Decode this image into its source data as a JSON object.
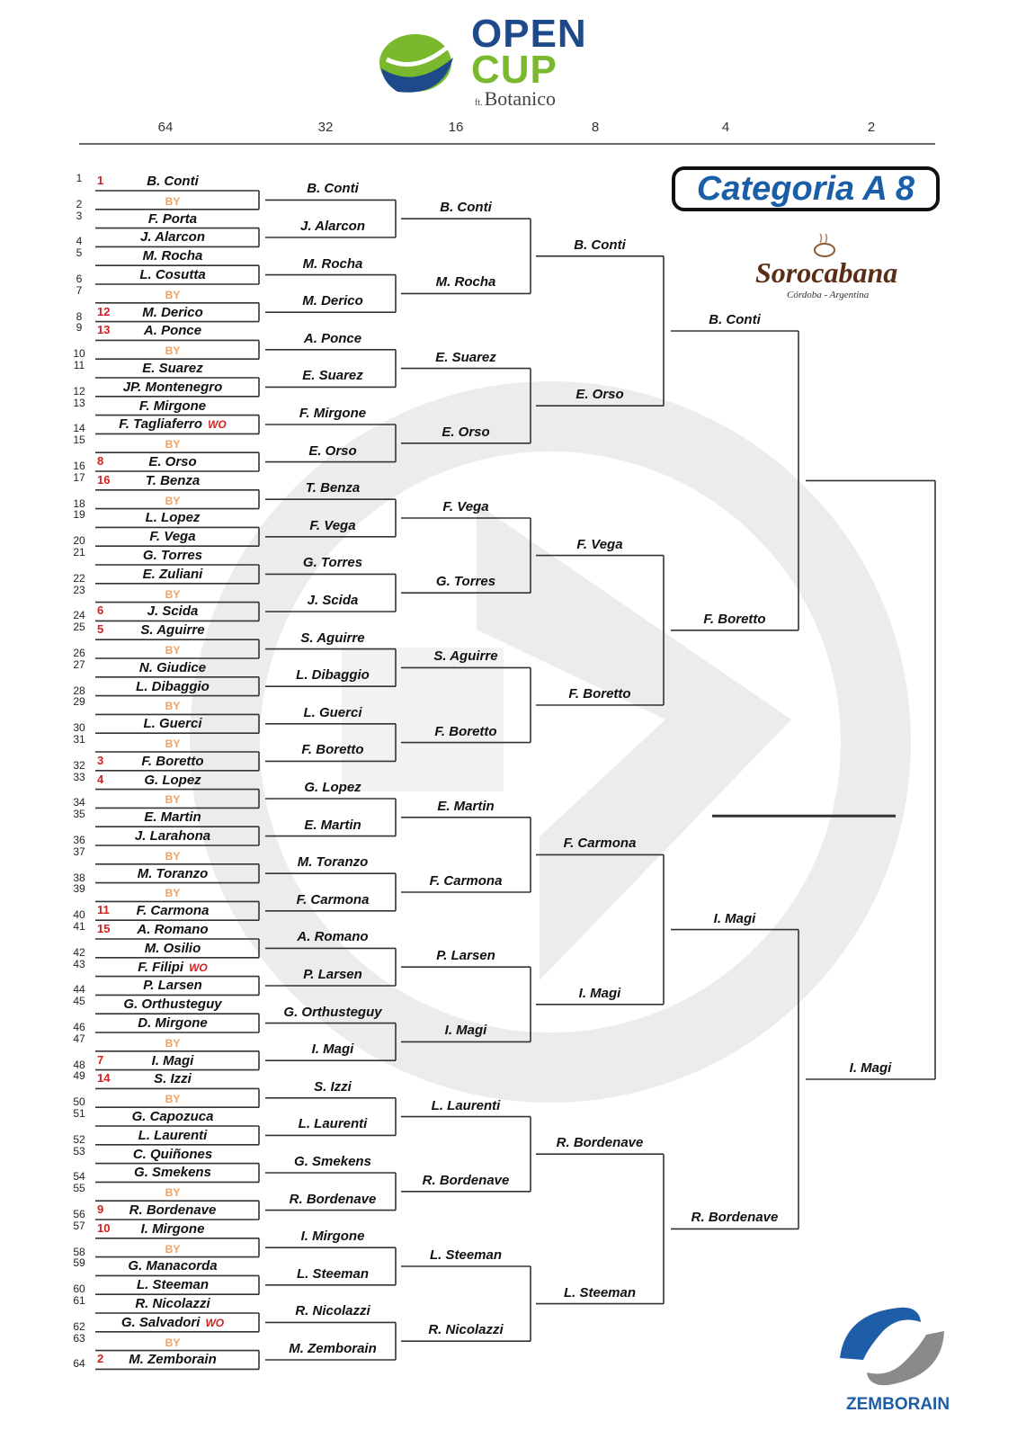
{
  "logo": {
    "open": "OPEN",
    "cup": "CUP",
    "ft": "ft.",
    "botanico": "Botanico"
  },
  "round_headers": [
    "64",
    "32",
    "16",
    "8",
    "4",
    "2"
  ],
  "category": "Categoria A 8",
  "sponsor": {
    "name": "Sorocabana",
    "sub": "Córdoba - Argentina"
  },
  "footer_brand": "ZEMBORAIN",
  "by_label": "BY",
  "wo_label": "WO",
  "r64": [
    {
      "name": "B. Conti",
      "seed": "1"
    },
    {
      "name": "",
      "by": true
    },
    {
      "name": "F. Porta"
    },
    {
      "name": "J. Alarcon"
    },
    {
      "name": "M. Rocha"
    },
    {
      "name": "L. Cosutta"
    },
    {
      "name": "",
      "by": true
    },
    {
      "name": "M. Derico",
      "seed": "12"
    },
    {
      "name": "A. Ponce",
      "seed": "13"
    },
    {
      "name": "",
      "by": true
    },
    {
      "name": "E. Suarez"
    },
    {
      "name": "JP. Montenegro"
    },
    {
      "name": "F. Mirgone"
    },
    {
      "name": "F. Tagliaferro",
      "wo": true
    },
    {
      "name": "",
      "by": true
    },
    {
      "name": "E. Orso",
      "seed": "8"
    },
    {
      "name": "T. Benza",
      "seed": "16"
    },
    {
      "name": "",
      "by": true
    },
    {
      "name": "L. Lopez"
    },
    {
      "name": "F. Vega"
    },
    {
      "name": "G. Torres"
    },
    {
      "name": "E. Zuliani"
    },
    {
      "name": "",
      "by": true
    },
    {
      "name": "J. Scida",
      "seed": "6"
    },
    {
      "name": "S. Aguirre",
      "seed": "5"
    },
    {
      "name": "",
      "by": true
    },
    {
      "name": "N. Giudice"
    },
    {
      "name": "L. Dibaggio"
    },
    {
      "name": "",
      "by": true
    },
    {
      "name": "L. Guerci"
    },
    {
      "name": "",
      "by": true
    },
    {
      "name": "F. Boretto",
      "seed": "3"
    },
    {
      "name": "G. Lopez",
      "seed": "4"
    },
    {
      "name": "",
      "by": true
    },
    {
      "name": "E. Martin"
    },
    {
      "name": "J. Larahona"
    },
    {
      "name": "",
      "by": true
    },
    {
      "name": "M. Toranzo"
    },
    {
      "name": "",
      "by": true
    },
    {
      "name": "F. Carmona",
      "seed": "11"
    },
    {
      "name": "A. Romano",
      "seed": "15"
    },
    {
      "name": "M. Osilio"
    },
    {
      "name": "F. Filipi",
      "wo": true
    },
    {
      "name": "P. Larsen"
    },
    {
      "name": "G. Orthusteguy"
    },
    {
      "name": "D. Mirgone"
    },
    {
      "name": "",
      "by": true
    },
    {
      "name": "I. Magi",
      "seed": "7"
    },
    {
      "name": "S. Izzi",
      "seed": "14"
    },
    {
      "name": "",
      "by": true
    },
    {
      "name": "G. Capozuca"
    },
    {
      "name": "L. Laurenti"
    },
    {
      "name": "C. Quiñones"
    },
    {
      "name": "G. Smekens"
    },
    {
      "name": "",
      "by": true
    },
    {
      "name": "R. Bordenave",
      "seed": "9"
    },
    {
      "name": "I. Mirgone",
      "seed": "10"
    },
    {
      "name": "",
      "by": true
    },
    {
      "name": "G. Manacorda"
    },
    {
      "name": "L. Steeman"
    },
    {
      "name": "R. Nicolazzi"
    },
    {
      "name": "G. Salvadori",
      "wo": true
    },
    {
      "name": "",
      "by": true
    },
    {
      "name": "M. Zemborain",
      "seed": "2"
    }
  ],
  "r32": [
    "B. Conti",
    "J. Alarcon",
    "M. Rocha",
    "M. Derico",
    "A. Ponce",
    "E. Suarez",
    "F. Mirgone",
    "E. Orso",
    "T. Benza",
    "F. Vega",
    "G. Torres",
    "J. Scida",
    "S. Aguirre",
    "L. Dibaggio",
    "L. Guerci",
    "F. Boretto",
    "G. Lopez",
    "E. Martin",
    "M. Toranzo",
    "F. Carmona",
    "A. Romano",
    "P. Larsen",
    "G. Orthusteguy",
    "I. Magi",
    "S. Izzi",
    "L. Laurenti",
    "G. Smekens",
    "R. Bordenave",
    "I. Mirgone",
    "L. Steeman",
    "R. Nicolazzi",
    "M. Zemborain"
  ],
  "r16": [
    "B. Conti",
    "M. Rocha",
    "E. Suarez",
    "E. Orso",
    "F. Vega",
    "G. Torres",
    "S. Aguirre",
    "F. Boretto",
    "E. Martin",
    "F. Carmona",
    "P. Larsen",
    "I. Magi",
    "L. Laurenti",
    "R. Bordenave",
    "L. Steeman",
    "R. Nicolazzi"
  ],
  "r8": [
    "B. Conti",
    "E. Orso",
    "F. Vega",
    "F. Boretto",
    "F. Carmona",
    "I. Magi",
    "R. Bordenave",
    "L. Steeman"
  ],
  "r4": [
    "B. Conti",
    "F. Boretto",
    "I. Magi",
    "R. Bordenave"
  ],
  "r2": [
    "I. Magi"
  ],
  "colors": {
    "accent": "#1a5ea8",
    "seed": "#d32020",
    "by": "#f0a060",
    "green": "#7ab82e",
    "navy": "#1e4a8c",
    "watermark": "#e9e9e9"
  }
}
